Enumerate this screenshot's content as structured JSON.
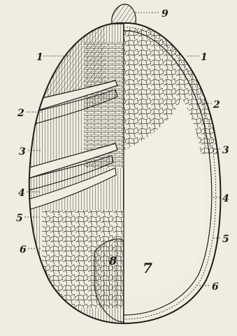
{
  "labels": {
    "top": "9",
    "left": [
      "1",
      "2",
      "3",
      "4",
      "5",
      "6"
    ],
    "right": [
      "1",
      "2",
      "3",
      "4",
      "5",
      "6"
    ],
    "center": [
      "8",
      "7"
    ]
  },
  "colors": {
    "ink": "#1d1b18",
    "paper": "#f1ece1",
    "line": "#3a352e"
  }
}
